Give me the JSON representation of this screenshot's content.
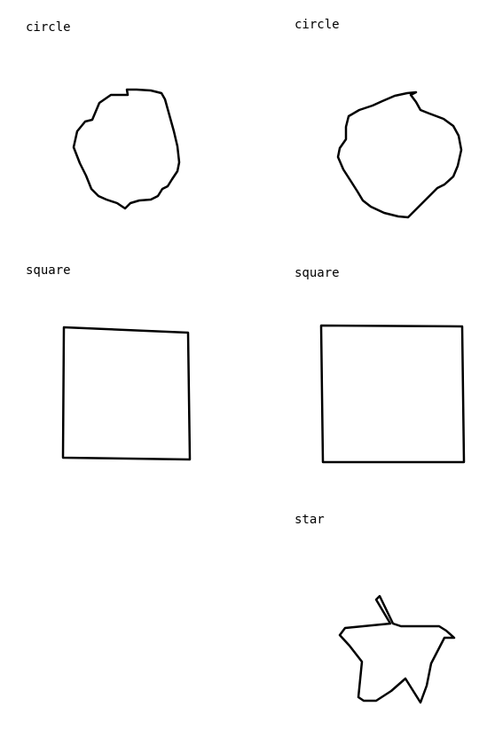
{
  "labels": {
    "cell1": "circle",
    "cell2": "circle",
    "cell3": "square",
    "cell4": "square",
    "cell6": "star"
  },
  "colors": {
    "background": "#ffffff",
    "stroke": "#000000",
    "text": "#000000"
  }
}
